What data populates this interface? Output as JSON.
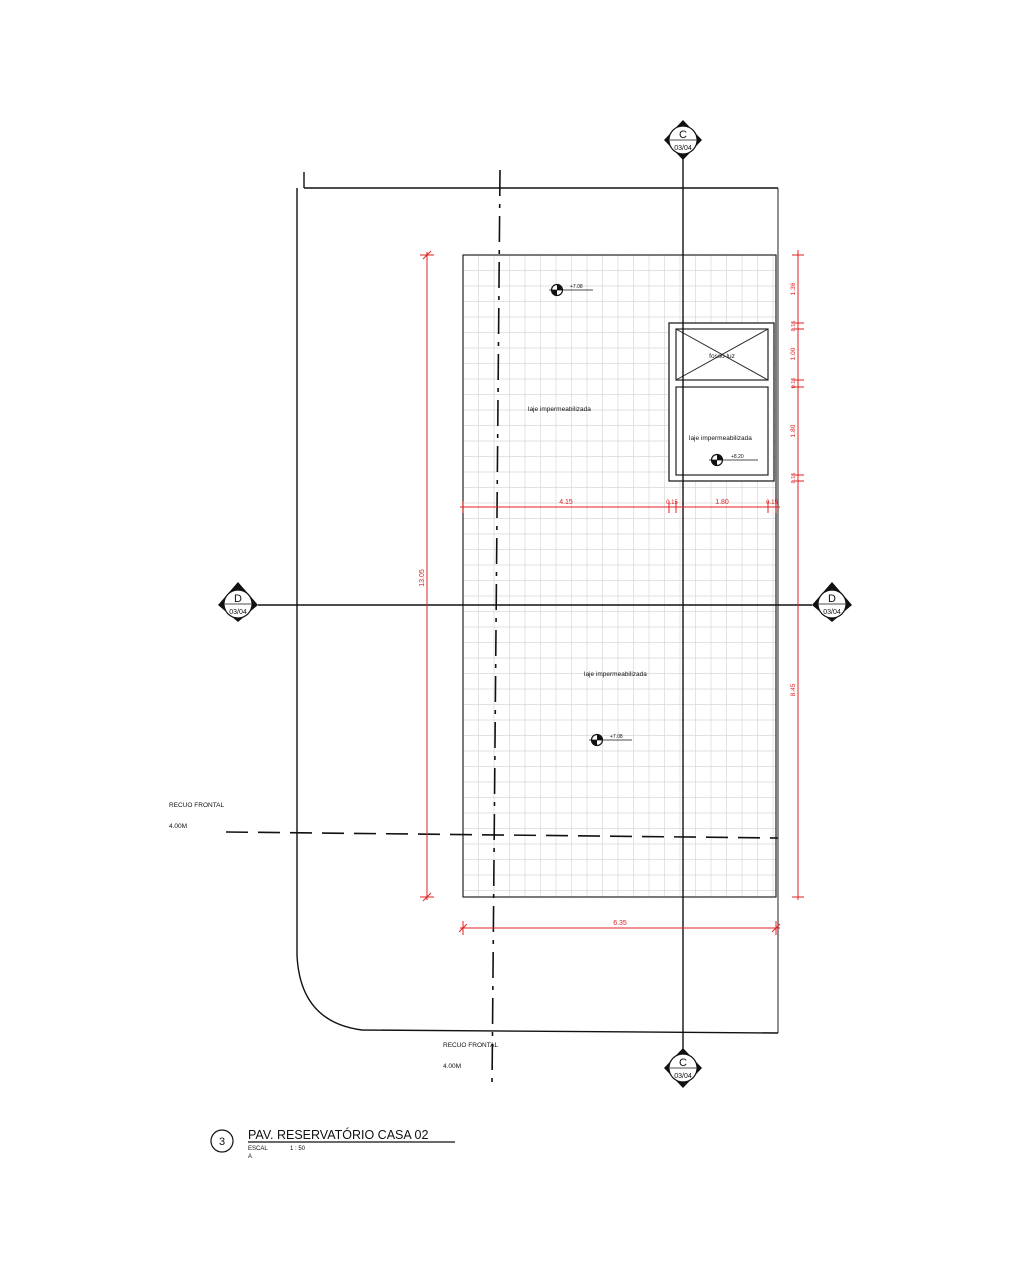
{
  "drawing": {
    "title": "PAV. RESERVATÓRIO CASA 02",
    "view_number": "3",
    "scale_label_line1": "ESCAL",
    "scale_label_line2": "A",
    "scale_value": "1 : 50"
  },
  "section_markers": {
    "c_top": {
      "letter": "C",
      "sheet": "03/04"
    },
    "c_bottom": {
      "letter": "C",
      "sheet": "03/04"
    },
    "d_left": {
      "letter": "D",
      "sheet": "03/04"
    },
    "d_right": {
      "letter": "D",
      "sheet": "03/04"
    }
  },
  "labels": {
    "slab_top": "laje impermeabilizada",
    "slab_box": "laje impermeabilizada",
    "slab_bottom": "laje impermeabilizada",
    "skylight": "fosso luz",
    "setback_left_title": "RECUO FRONTAL",
    "setback_left_value": "4.00M",
    "setback_bottom_title": "RECUO FRONTAL",
    "setback_bottom_value": "4.00M"
  },
  "levels": {
    "top": "+7.08",
    "box": "+8.20",
    "bottom": "+7.08"
  },
  "dimensions": {
    "total_height": "13.05",
    "total_width": "6.35",
    "horiz_left": "4.15",
    "horiz_gap1": "0.15",
    "horiz_box": "1.80",
    "horiz_gap2": "0.15",
    "vert_1": "1.36",
    "vert_2": "0.15",
    "vert_3": "1.00",
    "vert_4": "0.15",
    "vert_5": "1.80",
    "vert_6": "0.15",
    "vert_7": "8.45"
  },
  "colors": {
    "line": "#111111",
    "dimension": "#e02020",
    "grid": "#d9d9d9"
  }
}
